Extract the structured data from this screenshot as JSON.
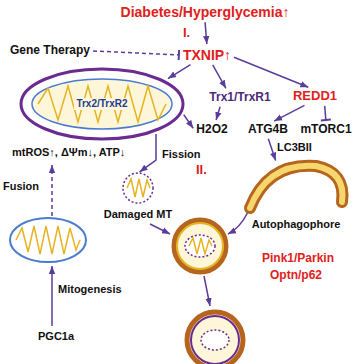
{
  "diagram": {
    "nodes": [
      {
        "text": [
          "Diabetes/Hyperglycemia↑"
        ]
      },
      {
        "text": [
          "TXNIP↑"
        ]
      },
      {
        "text": [
          "Gene Therapy"
        ]
      },
      {
        "text": [
          "Trx2/TrxR2"
        ]
      },
      {
        "text": [
          "Trx1/TrxR1"
        ]
      },
      {
        "text": [
          "REDD1"
        ]
      },
      {
        "text": [
          "H2O2"
        ]
      },
      {
        "text": [
          "ATG4B"
        ]
      },
      {
        "text": [
          "mTORC1"
        ]
      },
      {
        "text": [
          "Autophagophore"
        ]
      },
      {
        "text": [
          "Damaged MT"
        ]
      }
    ],
    "edges": [
      {
        "from": 0,
        "to": 1,
        "arrow": "to"
      },
      {
        "from": 2,
        "to": 1,
        "arrow": "none"
      },
      {
        "from": 1,
        "to": 3,
        "arrow": "to"
      },
      {
        "from": 1,
        "to": 4,
        "arrow": "to"
      },
      {
        "from": 1,
        "to": 5,
        "arrow": "to"
      },
      {
        "from": 3,
        "to": 6,
        "arrow": "to"
      },
      {
        "from": 4,
        "to": 6,
        "arrow": "to"
      },
      {
        "from": 5,
        "to": 7,
        "arrow": "to"
      },
      {
        "from": 5,
        "to": 8,
        "arrow": "none"
      },
      {
        "from": 7,
        "to": 9,
        "label": "LC3BII",
        "arrow": "to"
      },
      {
        "from": 3,
        "to": 10,
        "label": "Fission",
        "arrow": "to"
      }
    ],
    "labels": [
      "I.",
      "II.",
      "mtROS↑, ΔΨm↓, ATP↓",
      "Fusion",
      "Mitogenesis",
      "Pink1/Parkin",
      "Optn/p62",
      "PGC1a"
    ]
  }
}
